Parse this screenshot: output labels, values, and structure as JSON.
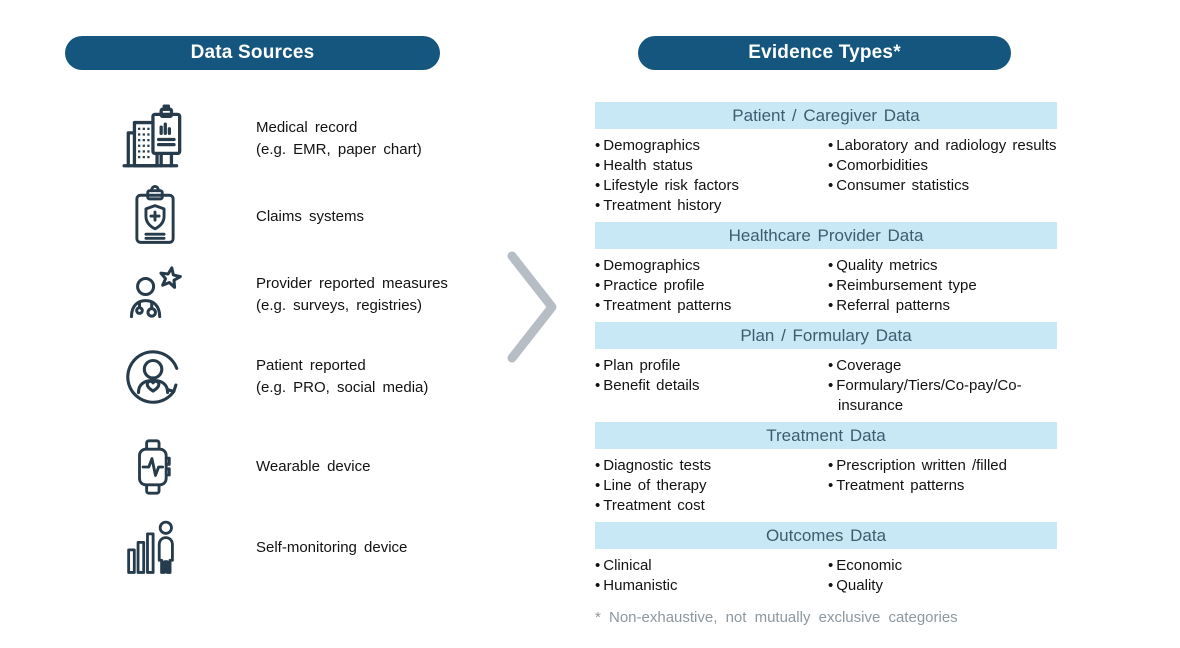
{
  "colors": {
    "pill_bg": "#15567E",
    "pill_text": "#ffffff",
    "section_bg": "#C9E8F6",
    "section_text": "#3E5C6F",
    "body_text": "#121212",
    "icon_stroke": "#263B4B",
    "chevron": "#B6BDC4",
    "footnote_text": "#8D979F"
  },
  "left_panel": {
    "title": "Data Sources",
    "items": [
      {
        "icon": "hospital-clipboard-icon",
        "line1": "Medical record",
        "line2": "(e.g. EMR, paper chart)"
      },
      {
        "icon": "claims-clipboard-shield-icon",
        "line1": "Claims systems",
        "line2": ""
      },
      {
        "icon": "provider-star-icon",
        "line1": "Provider reported measures",
        "line2": "(e.g. surveys, registries)"
      },
      {
        "icon": "patient-heart-cycle-icon",
        "line1": "Patient reported",
        "line2": "(e.g. PRO, social media)"
      },
      {
        "icon": "smartwatch-icon",
        "line1": "Wearable device",
        "line2": ""
      },
      {
        "icon": "self-monitoring-bars-person-icon",
        "line1": "Self-monitoring device",
        "line2": ""
      }
    ]
  },
  "right_panel": {
    "title": "Evidence Types*",
    "sections": [
      {
        "header": "Patient / Caregiver Data",
        "left": [
          "Demographics",
          "Health status",
          "Lifestyle risk factors",
          "Treatment history"
        ],
        "right": [
          "Laboratory and radiology results",
          "Comorbidities",
          "Consumer statistics"
        ]
      },
      {
        "header": "Healthcare Provider Data",
        "left": [
          "Demographics",
          "Practice profile",
          "Treatment patterns"
        ],
        "right": [
          "Quality metrics",
          "Reimbursement type",
          "Referral patterns"
        ]
      },
      {
        "header": "Plan / Formulary Data",
        "left": [
          "Plan profile",
          "Benefit details"
        ],
        "right": [
          "Coverage",
          "Formulary/Tiers/Co-pay/Co-insurance"
        ]
      },
      {
        "header": "Treatment Data",
        "left": [
          "Diagnostic tests",
          "Line of therapy",
          "Treatment cost"
        ],
        "right": [
          "Prescription written /filled",
          "Treatment patterns"
        ]
      },
      {
        "header": "Outcomes Data",
        "left": [
          "Clinical",
          "Humanistic"
        ],
        "right": [
          "Economic",
          "Quality"
        ]
      }
    ],
    "footnote": "* Non-exhaustive, not mutually exclusive categories"
  }
}
